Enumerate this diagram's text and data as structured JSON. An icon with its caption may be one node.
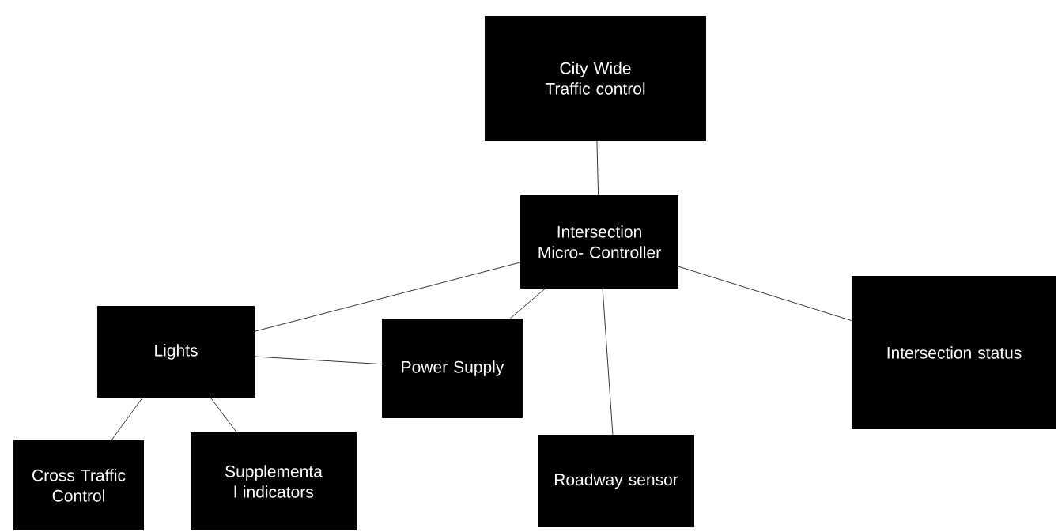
{
  "diagram": {
    "nodes": [
      {
        "text": [
          "City Wide Traffic control"
        ]
      },
      {
        "text": [
          "Intersection Micro- Controller"
        ]
      },
      {
        "text": [
          "Lights"
        ]
      },
      {
        "text": [
          "Power Supply"
        ]
      },
      {
        "text": [
          "Intersection status"
        ]
      },
      {
        "text": [
          "Cross Traffic Control"
        ]
      },
      {
        "text": [
          "Supplementa l indicators"
        ]
      },
      {
        "text": [
          "Roadway sensor"
        ]
      }
    ],
    "edges": [
      {
        "from": 0,
        "to": 1,
        "arrow": "none"
      },
      {
        "from": 1,
        "to": 2,
        "arrow": "none"
      },
      {
        "from": 1,
        "to": 3,
        "arrow": "none"
      },
      {
        "from": 1,
        "to": 7,
        "arrow": "none"
      },
      {
        "from": 1,
        "to": 4,
        "arrow": "none"
      },
      {
        "from": 2,
        "to": 3,
        "arrow": "none"
      },
      {
        "from": 2,
        "to": 5,
        "arrow": "none"
      },
      {
        "from": 2,
        "to": 6,
        "arrow": "none"
      }
    ]
  }
}
